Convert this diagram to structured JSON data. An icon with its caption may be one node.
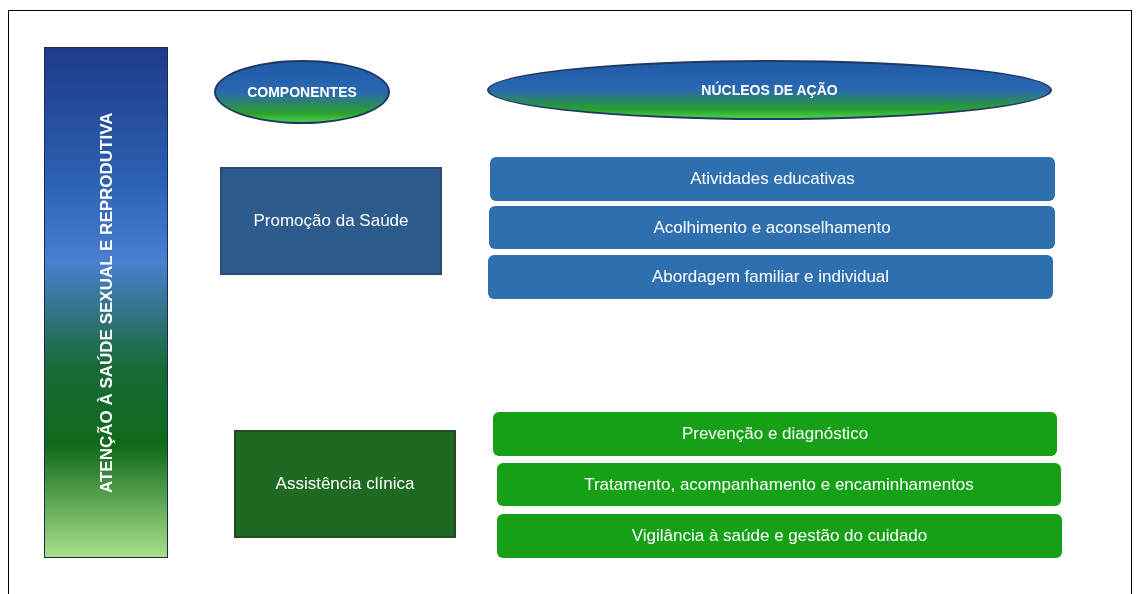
{
  "diagram": {
    "nodes": [
      {
        "text": [
          "ATENÇÃO À SAÚDE SEXUAL E REPRODUTIVA"
        ]
      },
      {
        "text": [
          "COMPONENTES"
        ]
      },
      {
        "text": [
          "NÚCLEOS DE AÇÃO"
        ]
      },
      {
        "text": [
          "Promoção da Saúde"
        ]
      },
      {
        "text": [
          "Atividades educativas"
        ]
      },
      {
        "text": [
          "Acolhimento e aconselhamento"
        ]
      },
      {
        "text": [
          "Abordagem familiar e individual"
        ]
      },
      {
        "text": [
          "Assistência clínica"
        ]
      },
      {
        "text": [
          "Prevenção e diagnóstico"
        ]
      },
      {
        "text": [
          "Tratamento, acompanhamento e encaminhamentos"
        ]
      },
      {
        "text": [
          "Vigilância à saúde e gestão do cuidado"
        ]
      }
    ]
  }
}
